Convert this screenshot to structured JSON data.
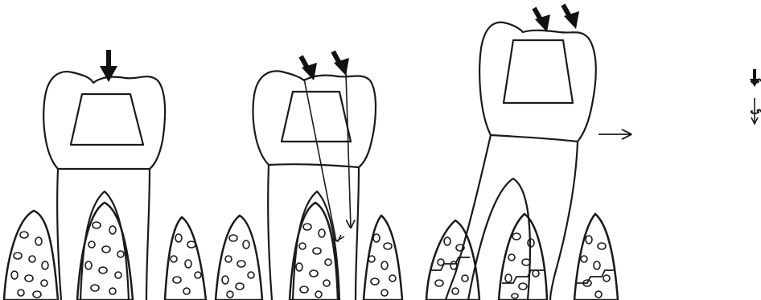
{
  "legend": {
    "primary_force": "نیروی اصلی",
    "transmitted_force": "نیروی انتقالی"
  },
  "panels": [
    {
      "id": "left",
      "force_arrows": 1,
      "transmitted_lines": 0,
      "bone_fractured": false
    },
    {
      "id": "middle",
      "force_arrows": 2,
      "transmitted_lines": 2,
      "bone_fractured": false
    },
    {
      "id": "right",
      "force_arrows": 2,
      "transmitted_lines": 0,
      "bone_fractured": true,
      "tooth_tilted": true
    }
  ],
  "colors": {
    "line": "#1a1a1a",
    "arrow": "#111111",
    "background": "#ffffff"
  }
}
